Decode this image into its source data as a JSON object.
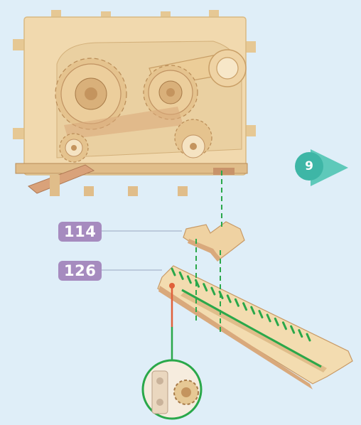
{
  "instruction_step": {
    "step_number": "9",
    "arrow_icon": "next-arrow",
    "accent_color": "#3eb6a6"
  },
  "parts": [
    {
      "id": "114",
      "label": "114",
      "tag_color": "#a68bbf"
    },
    {
      "id": "126",
      "label": "126",
      "tag_color": "#a68bbf"
    }
  ],
  "colors": {
    "background": "#dfeef8",
    "wood": "#efd5a8",
    "guide_line": "#2aa84a",
    "glue_marker": "#e0603a",
    "leader_line": "#9aa6bf"
  },
  "detail_callout": {
    "icon": "gear-detail-magnifier"
  }
}
